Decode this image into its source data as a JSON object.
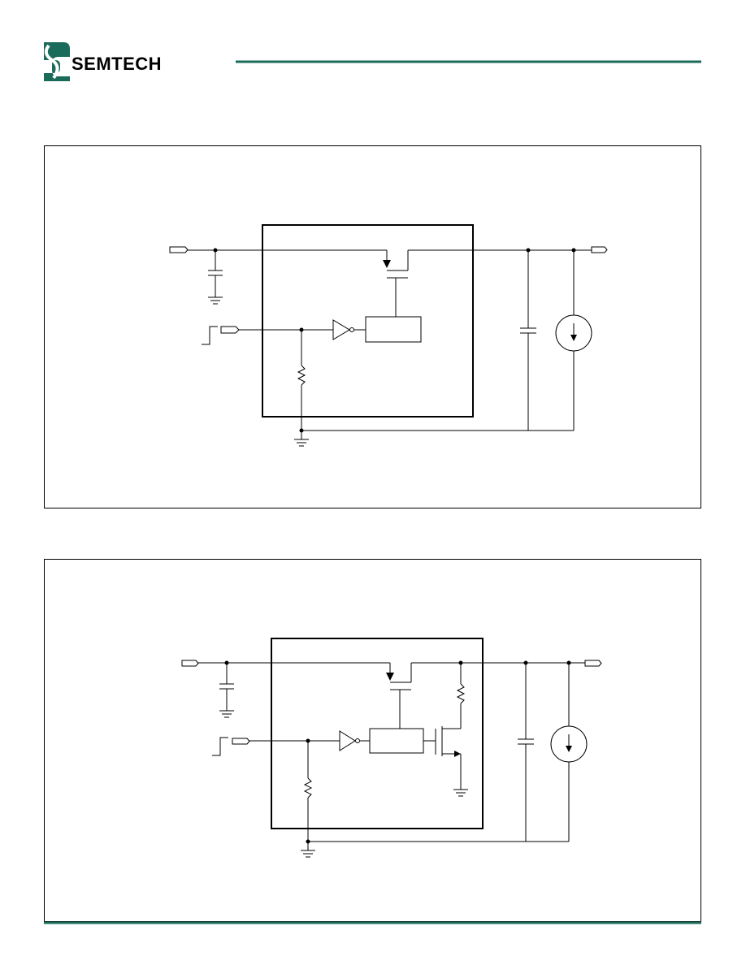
{
  "header": {
    "logo_text": "SEMTECH",
    "brand_color": "#1a6b5a",
    "logo_icon": "semtech-s-logo-icon"
  },
  "figures": [
    {
      "name": "circuit-standard-ldo",
      "discharge_switch": false
    },
    {
      "name": "circuit-ldo-with-active-discharge",
      "discharge_switch": true
    }
  ],
  "footer": {
    "rule_color": "#1a6b5a"
  }
}
